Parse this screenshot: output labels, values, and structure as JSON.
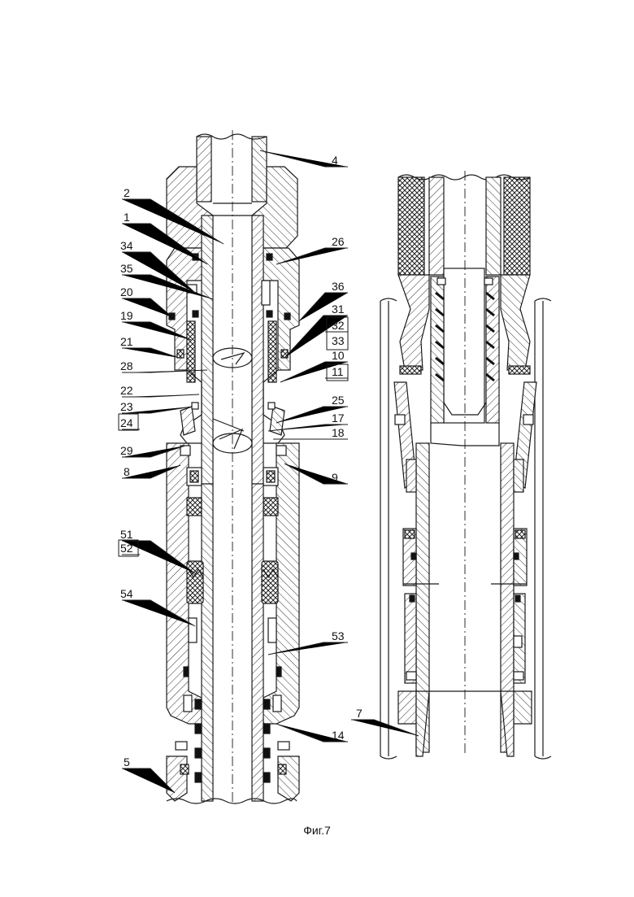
{
  "caption": "Фиг.7",
  "labels": [
    "4",
    "2",
    "1",
    "26",
    "34",
    "35",
    "36",
    "20",
    "31",
    "32",
    "33",
    "19",
    "21",
    "10",
    "11",
    "28",
    "22",
    "25",
    "23",
    "24",
    "17",
    "18",
    "29",
    "8",
    "9",
    "51",
    "52",
    "54",
    "53",
    "14",
    "5",
    "7"
  ],
  "colors": {
    "ink": "#1a1a1a",
    "hatch": "#333333",
    "seal": "#111111",
    "paper": "#ffffff"
  }
}
